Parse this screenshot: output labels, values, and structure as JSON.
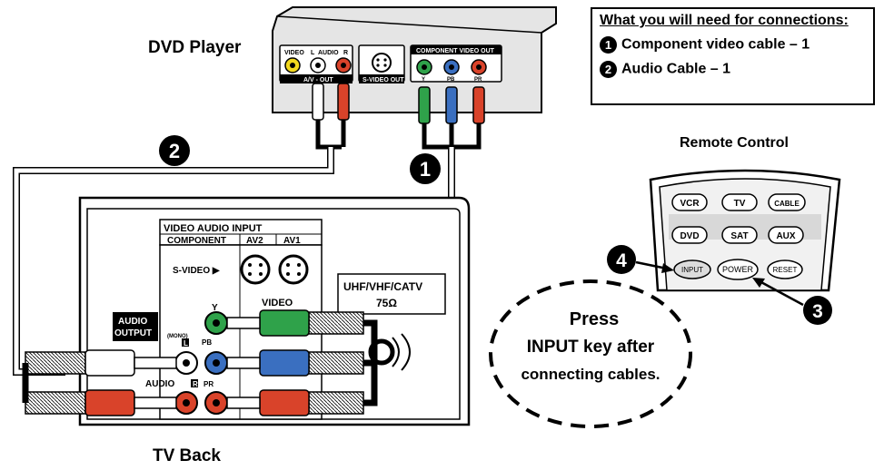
{
  "labels": {
    "dvd_player": "DVD Player",
    "tv_back": "TV Back",
    "remote_control": "Remote Control"
  },
  "dvd_panel": {
    "video": "VIDEO",
    "l": "L",
    "audio": "AUDIO",
    "r": "R",
    "av_out": "A/V - OUT",
    "s_video_out": "S-VIDEO OUT",
    "component_video_out": "COMPONENT VIDEO OUT",
    "y": "Y",
    "pb": "PB",
    "pr": "PR"
  },
  "tv_panel": {
    "video_audio_input": "VIDEO AUDIO INPUT",
    "component": "COMPONENT",
    "av2": "AV2",
    "av1": "AV1",
    "s_video": "S-VIDEO ▶",
    "y": "Y",
    "video": "VIDEO",
    "mono": "(MONO)",
    "l": "L",
    "pb": "PB",
    "pr": "PR",
    "r": "R",
    "audio": "AUDIO",
    "audio_output_1": "AUDIO",
    "audio_output_2": "OUTPUT",
    "uhf_1": "UHF/VHF/CATV",
    "uhf_2": "75Ω"
  },
  "needs": {
    "title": "What you will need for connections:",
    "items": [
      {
        "num": "1",
        "text": "Component video cable – 1"
      },
      {
        "num": "2",
        "text": "Audio Cable – 1"
      }
    ]
  },
  "remote": {
    "buttons_row1": [
      "VCR",
      "TV",
      "CABLE"
    ],
    "buttons_row2": [
      "DVD",
      "SAT",
      "AUX"
    ],
    "buttons_row3": [
      "INPUT",
      "POWER",
      "RESET"
    ]
  },
  "callout": {
    "line1": "Press",
    "line2": "INPUT key after",
    "line3": "connecting cables."
  },
  "markers": {
    "m1": "1",
    "m2": "2",
    "m3": "3",
    "m4": "4"
  },
  "colors": {
    "yellow": "#f2d81e",
    "red": "#d9432a",
    "green": "#2fa24a",
    "blue": "#3a6fc0",
    "white": "#ffffff"
  }
}
